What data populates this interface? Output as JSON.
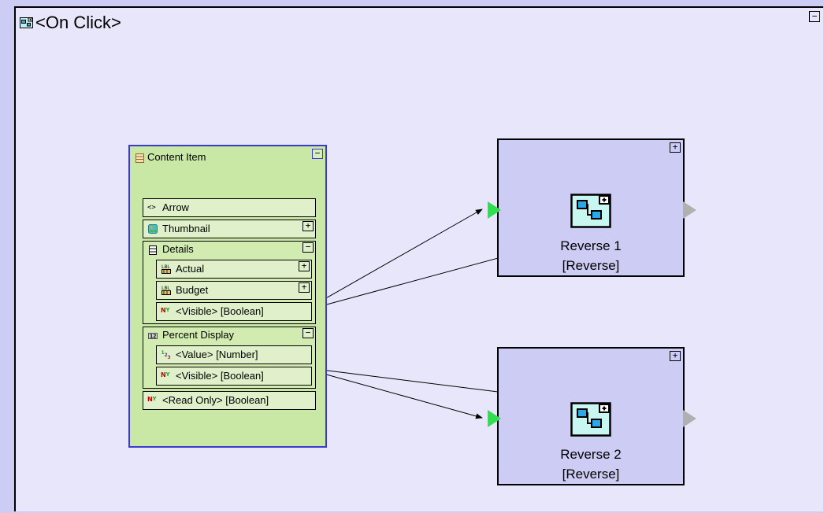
{
  "window": {
    "title": "<On Click>",
    "title_icon": "diagram-icon",
    "collapse_label": "−",
    "background_color": "#e8e6fa",
    "outer_color": "#ccccf5"
  },
  "content_panel": {
    "title": "Content Item",
    "icon": "form-icon",
    "collapse_label": "−",
    "background_color": "#c9e7a5",
    "border_color": "#3a3ad0",
    "rows": [
      {
        "label": "Arrow",
        "icon": "angle-brackets-icon",
        "icon_text": "<>",
        "button": null,
        "type": "leaf"
      },
      {
        "label": "Thumbnail",
        "icon": "image-icon",
        "icon_text": "",
        "button": "+",
        "type": "leaf"
      },
      {
        "label": "Details",
        "icon": "form-icon",
        "icon_text": "",
        "button": "−",
        "type": "group",
        "children": [
          {
            "label": "Actual",
            "icon": "label-icon",
            "icon_text": "LBL",
            "button": "+",
            "type": "leaf"
          },
          {
            "label": "Budget",
            "icon": "label-icon",
            "icon_text": "LBL",
            "button": "+",
            "type": "leaf"
          },
          {
            "label": "<Visible> [Boolean]",
            "icon": "boolean-icon",
            "icon_text": "NY",
            "button": null,
            "type": "leaf"
          }
        ]
      },
      {
        "label": "Percent Display",
        "icon": "number-field-icon",
        "icon_text": "12",
        "button": "−",
        "type": "group",
        "children": [
          {
            "label": "<Value> [Number]",
            "icon": "number-icon",
            "icon_text": "123",
            "button": null,
            "type": "leaf"
          },
          {
            "label": "<Visible> [Boolean]",
            "icon": "boolean-icon",
            "icon_text": "NY",
            "button": null,
            "type": "leaf"
          }
        ]
      },
      {
        "label": "<Read Only> [Boolean]",
        "icon": "boolean-icon",
        "icon_text": "NY",
        "button": null,
        "type": "leaf"
      }
    ]
  },
  "nodes": [
    {
      "name": "Reverse 1",
      "type_label": "[Reverse]",
      "icon": "diagram-icon",
      "expand_label": "+",
      "input_port_color": "#2ee04e",
      "output_port_color": "#b0b0b0",
      "background_color": "#ccccf5"
    },
    {
      "name": "Reverse 2",
      "type_label": "[Reverse]",
      "icon": "diagram-icon",
      "expand_label": "+",
      "input_port_color": "#2ee04e",
      "output_port_color": "#b0b0b0",
      "background_color": "#ccccf5"
    }
  ],
  "connections": [
    {
      "from": "details-visible",
      "to": "reverse1-input"
    },
    {
      "from": "reverse1-output",
      "to": "details-visible"
    },
    {
      "from": "percent-visible",
      "to": "reverse2-input"
    },
    {
      "from": "reverse2-output",
      "to": "percent-visible"
    }
  ]
}
